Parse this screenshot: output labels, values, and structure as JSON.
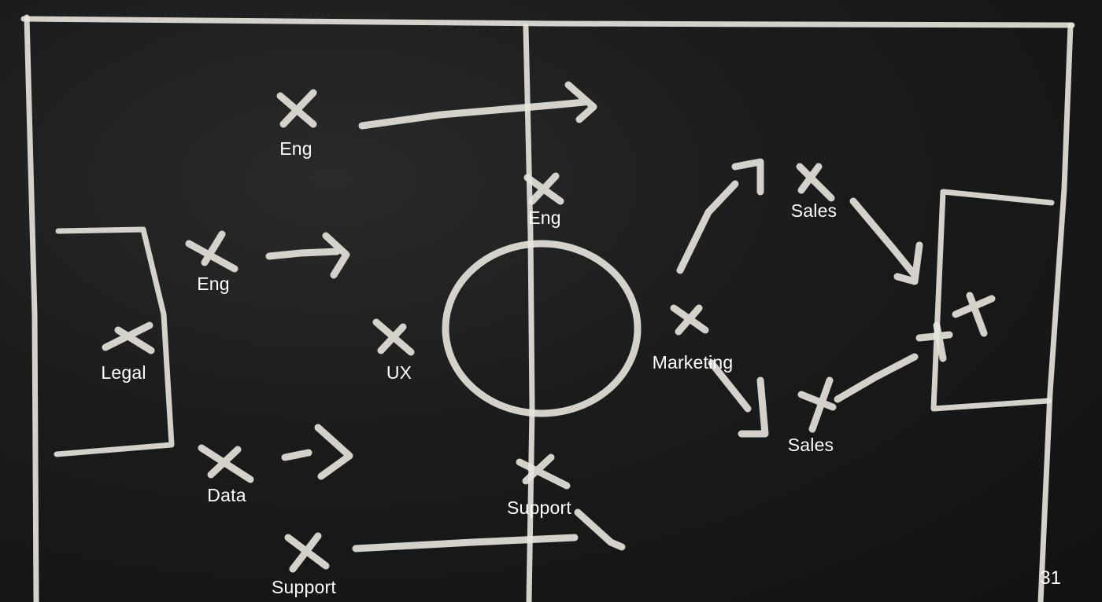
{
  "labels": {
    "eng_top": "Eng",
    "eng_center": "Eng",
    "eng_left": "Eng",
    "legal": "Legal",
    "ux": "UX",
    "data": "Data",
    "support_bottom": "Support",
    "support_center": "Support",
    "marketing": "Marketing",
    "sales_top": "Sales",
    "sales_bottom": "Sales"
  },
  "page_number": "31",
  "colors": {
    "chalk": "#e9e6df",
    "board": "#1b1b1b",
    "label_text": "#ffffff"
  }
}
